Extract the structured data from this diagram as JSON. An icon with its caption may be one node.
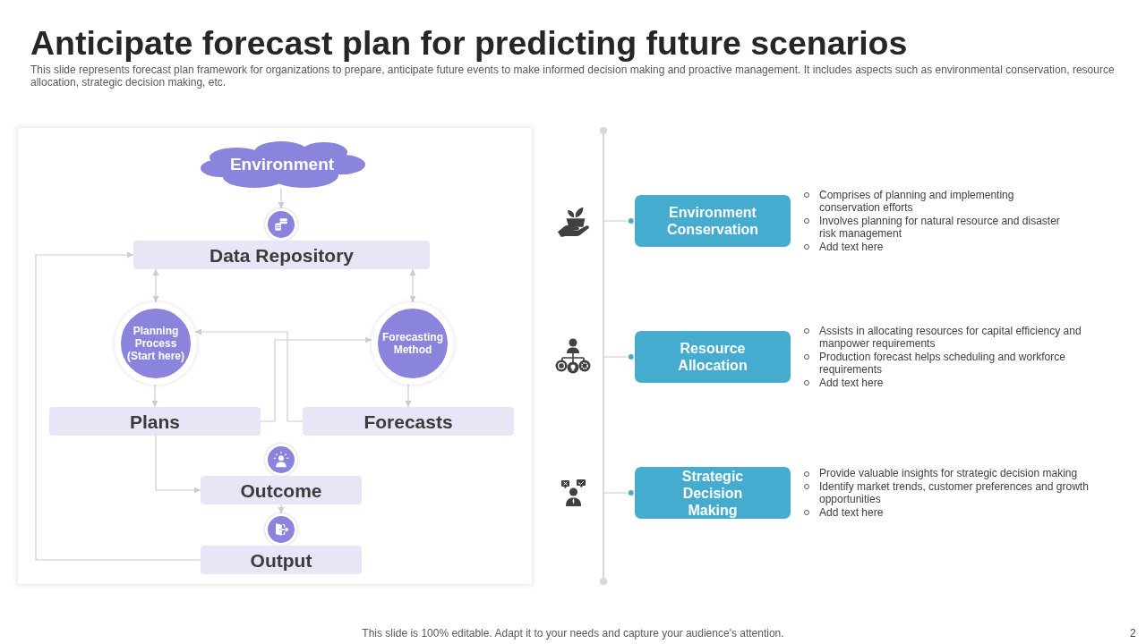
{
  "diagram": {
    "title": "Anticipate forecast plan for predicting future scenarios",
    "nodes": [
      {
        "text": [
          "Environment"
        ]
      },
      {
        "text": [],
        "shape": "circle"
      },
      {
        "text": [
          "Data Repository"
        ]
      },
      {
        "text": [
          "Planning Process (Start here)"
        ]
      },
      {
        "text": [
          "Forecasting Method"
        ]
      },
      {
        "text": [
          "Plans"
        ]
      },
      {
        "text": [
          "Forecasts"
        ]
      },
      {
        "text": [],
        "shape": "circle"
      },
      {
        "text": [
          "Outcome"
        ]
      },
      {
        "text": [],
        "shape": "circle"
      },
      {
        "text": [
          "Output"
        ]
      },
      {
        "text": [
          "Environment Conservation"
        ],
        "beside": [
          "Comprises of planning and implementing conservation efforts",
          "Involves planning for natural resource and disaster risk management",
          "Add text here"
        ]
      },
      {
        "text": [
          "Resource Allocation"
        ],
        "beside": [
          "Assists in allocating resources for capital efficiency and manpower requirements",
          "Production forecast helps scheduling and workforce requirements",
          "Add text here"
        ]
      },
      {
        "text": [
          "Strategic Decision Making"
        ],
        "beside": [
          "Provide valuable insights for strategic decision making",
          "Identify market trends, customer preferences and growth opportunities",
          "Add text here"
        ]
      }
    ],
    "edges": [
      {
        "from": 0,
        "to": 1,
        "arrow": "to"
      },
      {
        "from": 2,
        "to": 3,
        "arrow": "both"
      },
      {
        "from": 2,
        "to": 4,
        "arrow": "both"
      },
      {
        "from": 3,
        "to": 5,
        "arrow": "to"
      },
      {
        "from": 4,
        "to": 6,
        "arrow": "to"
      },
      {
        "from": 5,
        "to": 4,
        "arrow": "to"
      },
      {
        "from": 6,
        "to": 3,
        "arrow": "to"
      },
      {
        "from": 5,
        "to": 8,
        "arrow": "to"
      },
      {
        "from": 8,
        "to": 9,
        "arrow": "to"
      },
      {
        "from": 10,
        "to": 2,
        "arrow": "to"
      },
      {
        "from": null,
        "to": 11,
        "arrow": "other"
      },
      {
        "from": null,
        "to": 12,
        "arrow": "other"
      },
      {
        "from": null,
        "to": 13,
        "arrow": "other"
      }
    ],
    "labels": [
      "This slide represents forecast plan framework for organizations to prepare, anticipate future events to make informed decision making and proactive management. It includes aspects such as environmental conservation, resource allocation, strategic decision making, etc.",
      "This slide is 100% editable. Adapt it to your needs and capture your audience's attention.",
      "2"
    ]
  }
}
